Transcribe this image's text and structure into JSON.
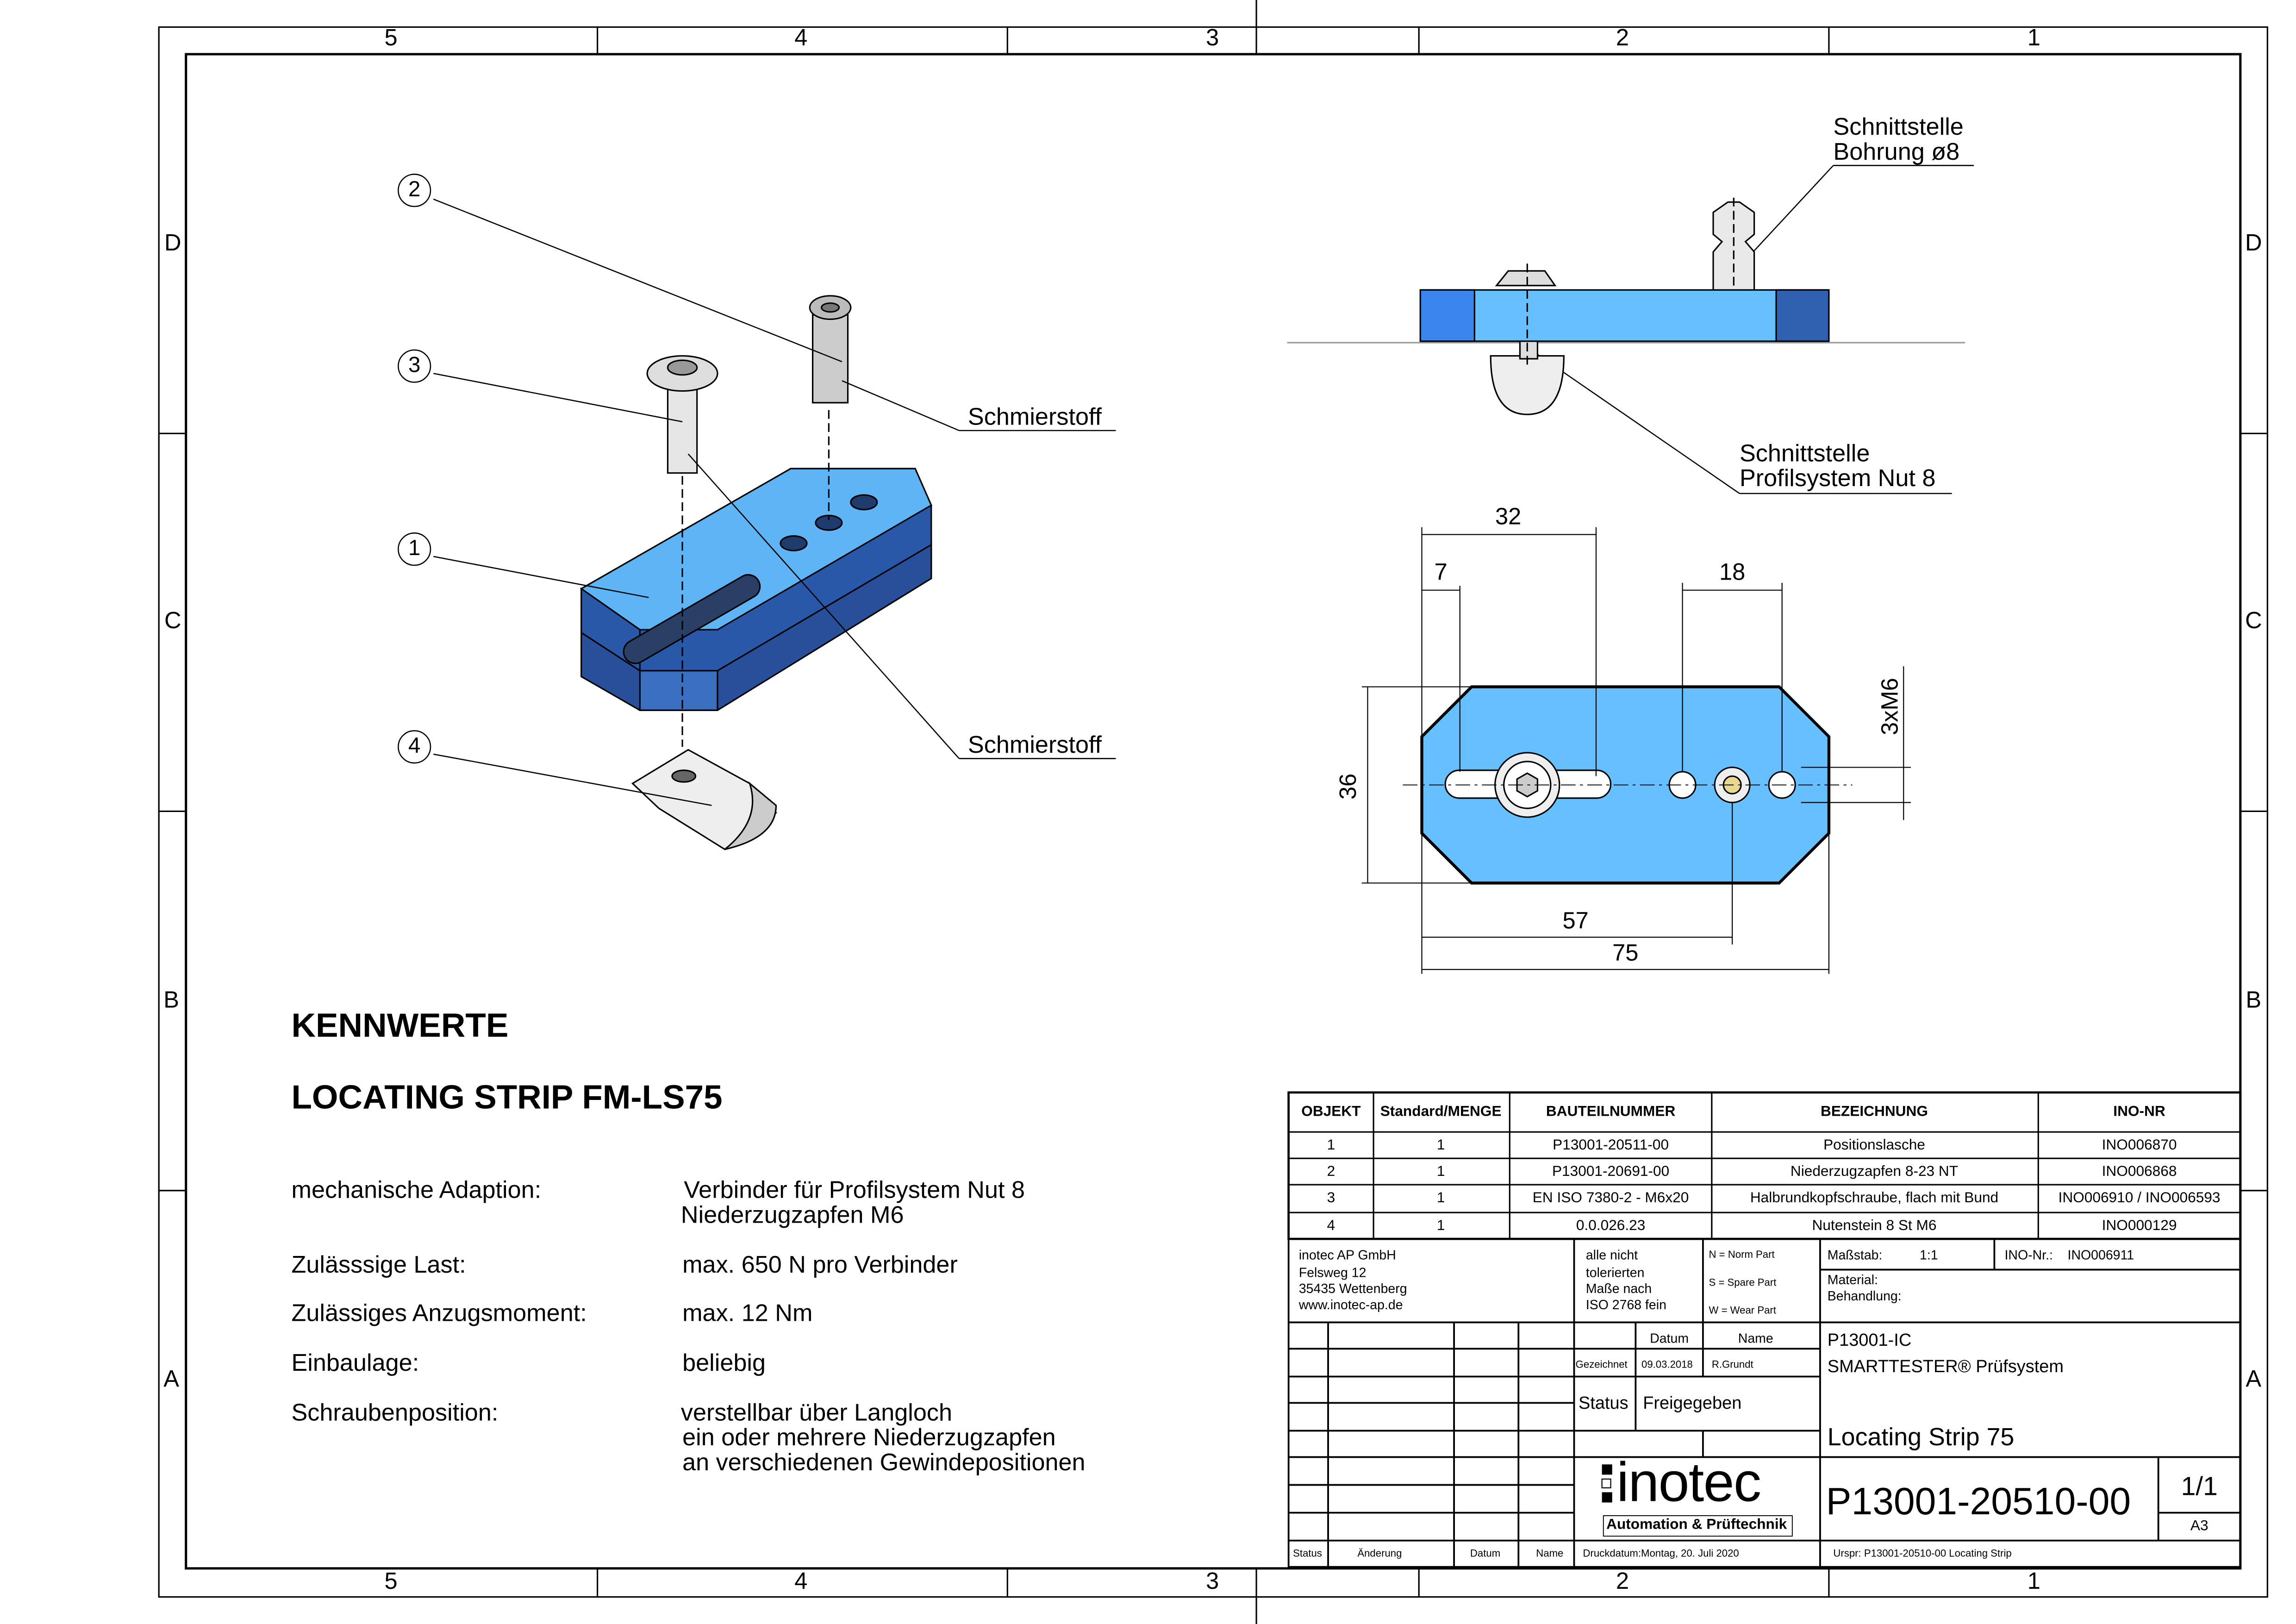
{
  "zones": {
    "columns": [
      "5",
      "4",
      "3",
      "2",
      "1"
    ],
    "rows": [
      "D",
      "C",
      "B",
      "A"
    ]
  },
  "views": {
    "callouts": [
      "1",
      "2",
      "3",
      "4"
    ],
    "labels": {
      "lube_top": "Schmierstoff",
      "lube_bottom": "Schmierstoff",
      "iface_bore_1": "Schnittstelle",
      "iface_bore_2": "Bohrung ø8",
      "iface_profile_1": "Schnittstelle",
      "iface_profile_2": "Profilsystem Nut 8"
    },
    "dimensions": {
      "d32": "32",
      "d7": "7",
      "d18": "18",
      "d3xM6": "3xM6",
      "d36": "36",
      "d57": "57",
      "d75": "75"
    },
    "colors": {
      "top": "#5fb4f5",
      "side": "#2a58a8",
      "front": "#3a6fc0",
      "light": "#6ec0ff"
    }
  },
  "specs": {
    "heading": "KENNWERTE",
    "title": "LOCATING STRIP FM-LS75",
    "items": [
      {
        "label": "mechanische Adaption:",
        "lines": [
          "Verbinder für Profilsystem Nut 8",
          "Niederzugzapfen M6"
        ]
      },
      {
        "label": "Zulässsige Last:",
        "lines": [
          "max. 650 N pro Verbinder"
        ]
      },
      {
        "label": "Zulässiges Anzugsmoment:",
        "lines": [
          "max. 12 Nm"
        ]
      },
      {
        "label": "Einbaulage:",
        "lines": [
          "beliebig"
        ]
      },
      {
        "label": "Schraubenposition:",
        "lines": [
          "verstellbar über Langloch",
          "ein oder mehrere Niederzugzapfen",
          "an verschiedenen Gewindepositionen"
        ]
      }
    ]
  },
  "bom": {
    "headers": [
      "OBJEKT",
      "Standard/MENGE",
      "BAUTEILNUMMER",
      "BEZEICHNUNG",
      "INO-NR"
    ],
    "rows": [
      [
        "1",
        "1",
        "P13001-20511-00",
        "Positionslasche",
        "INO006870"
      ],
      [
        "2",
        "1",
        "P13001-20691-00",
        "Niederzugzapfen 8-23 NT",
        "INO006868"
      ],
      [
        "3",
        "1",
        "EN ISO 7380-2 - M6x20",
        "Halbrundkopfschraube, flach mit Bund",
        "INO006910 / INO006593"
      ],
      [
        "4",
        "1",
        "0.0.026.23",
        "Nutenstein 8 St M6",
        "INO000129"
      ]
    ]
  },
  "titleblock": {
    "address": [
      "inotec AP GmbH",
      "Felsweg 12",
      "35435 Wettenberg",
      "www.inotec-ap.de"
    ],
    "tolerance": [
      "alle nicht",
      "tolerierten",
      "Maße nach",
      "ISO 2768 fein"
    ],
    "part_types": [
      "N = Norm Part",
      "S = Spare Part",
      "W = Wear Part"
    ],
    "datum_label": "Datum",
    "name_label": "Name",
    "drawn_label": "Gezeichnet",
    "drawn_date": "09.03.2018",
    "drawn_name": "R.Grundt",
    "status_label": "Status",
    "status_value": "Freigegeben",
    "logo_text": "inotec",
    "logo_sub": "Automation & Prüftechnik",
    "rev_headers": [
      "Status",
      "Änderung",
      "Datum",
      "Name"
    ],
    "print_date": "Druckdatum:Montag, 20. Juli 2020",
    "scale_label": "Maßstab:",
    "scale_value": "1:1",
    "ino_label": "INO-Nr.:",
    "ino_value": "INO006911",
    "material_label": "Material:",
    "treatment_label": "Behandlung:",
    "project": "P13001-IC",
    "system": "SMARTTESTER® Prüfsystem",
    "part_name": "Locating Strip 75",
    "drawing_number": "P13001-20510-00",
    "sheet": "1/1",
    "format": "A3",
    "origin": "Urspr: P13001-20510-00 Locating Strip"
  }
}
